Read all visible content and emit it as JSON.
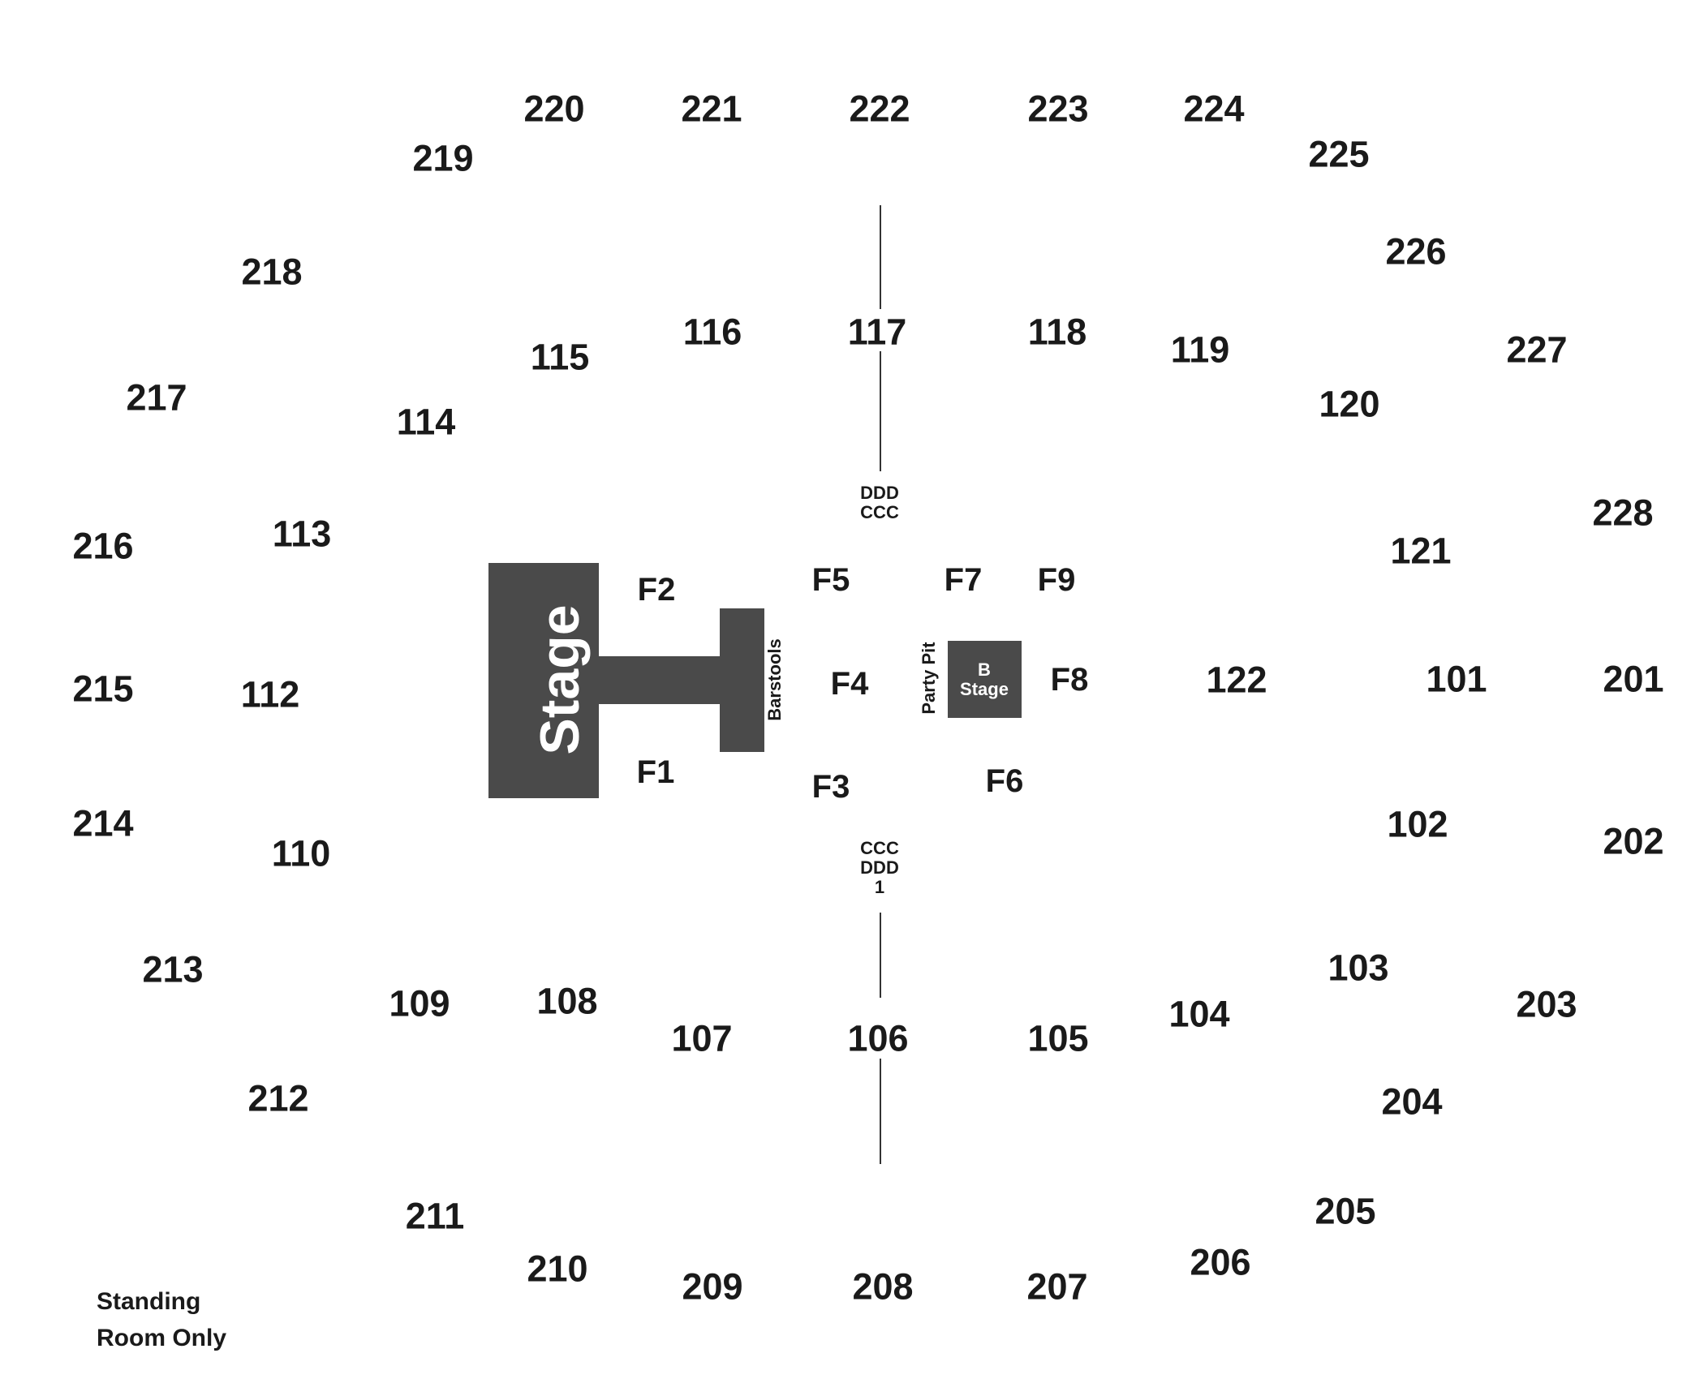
{
  "stage": {
    "label": "Stage",
    "barstools_label": "Barstools",
    "party_pit_label": "Party Pit",
    "b_stage_line1": "B",
    "b_stage_line2": "Stage"
  },
  "aisles": {
    "top_line1": "DDD",
    "top_line2": "CCC",
    "bottom_line1": "CCC",
    "bottom_line2": "DDD",
    "bottom_line3": "1"
  },
  "standing": {
    "line1": "Standing",
    "line2": "Room Only"
  },
  "sections": {
    "s101": "101",
    "s102": "102",
    "s103": "103",
    "s104": "104",
    "s105": "105",
    "s106": "106",
    "s107": "107",
    "s108": "108",
    "s109": "109",
    "s110": "110",
    "s112": "112",
    "s113": "113",
    "s114": "114",
    "s115": "115",
    "s116": "116",
    "s117": "117",
    "s118": "118",
    "s119": "119",
    "s120": "120",
    "s121": "121",
    "s122": "122",
    "s201": "201",
    "s202": "202",
    "s203": "203",
    "s204": "204",
    "s205": "205",
    "s206": "206",
    "s207": "207",
    "s208": "208",
    "s209": "209",
    "s210": "210",
    "s211": "211",
    "s212": "212",
    "s213": "213",
    "s214": "214",
    "s215": "215",
    "s216": "216",
    "s217": "217",
    "s218": "218",
    "s219": "219",
    "s220": "220",
    "s221": "221",
    "s222": "222",
    "s223": "223",
    "s224": "224",
    "s225": "225",
    "s226": "226",
    "s227": "227",
    "s228": "228"
  },
  "floor": {
    "f1": "F1",
    "f2": "F2",
    "f3": "F3",
    "f4": "F4",
    "f5": "F5",
    "f6": "F6",
    "f7": "F7",
    "f8": "F8",
    "f9": "F9"
  }
}
